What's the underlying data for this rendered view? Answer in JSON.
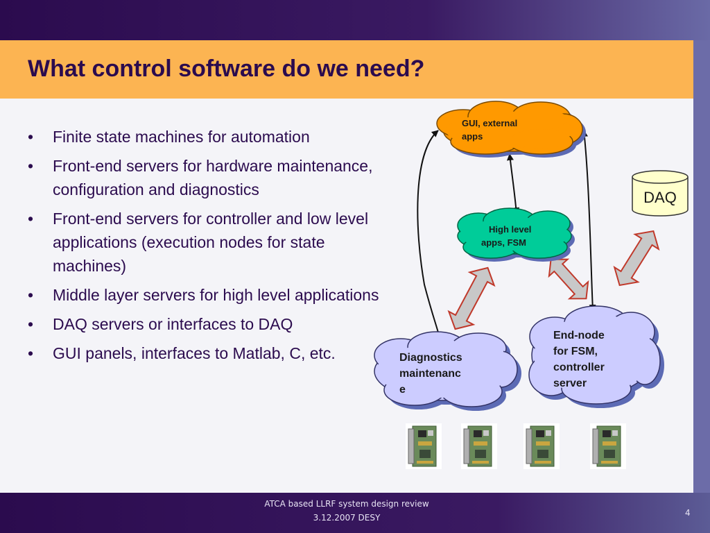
{
  "slide": {
    "title": "What control software do we need?",
    "bullets": [
      "Finite state machines for automation",
      "Front-end servers for hardware maintenance, configuration and diagnostics",
      "Front-end servers for controller and low level applications (execution nodes for state machines)",
      "Middle layer servers for high level applications",
      "DAQ servers or interfaces to DAQ",
      "GUI panels, interfaces to Matlab, C, etc."
    ],
    "footer": {
      "line1": "ATCA based LLRF system design review",
      "line2": "3.12.2007 DESY"
    },
    "page_number": "4"
  },
  "diagram": {
    "gui": {
      "line1": "GUI, external",
      "line2": "apps",
      "color": "#ff9900"
    },
    "high_level": {
      "line1": "High level",
      "line2": "apps, FSM",
      "color": "#00cc99"
    },
    "diagnostics": {
      "line1": "Diagnostics",
      "line2": "maintenanc",
      "line3": "e",
      "color": "#ccccff"
    },
    "endnode": {
      "line1": "End-node",
      "line2": "for FSM,",
      "line3": "controller",
      "line4": "server",
      "color": "#ccccff"
    },
    "daq": {
      "label": "DAQ",
      "color": "#ffffcc"
    },
    "hardware_boards": 4
  },
  "colors": {
    "title_bar": "#fcb452",
    "dark_bar": "#2b0b4e",
    "content_bg": "#f4f4f8",
    "text": "#2b0b4e",
    "double_arrow_fill": "#c8c8c8",
    "double_arrow_stroke": "#c0392b"
  }
}
